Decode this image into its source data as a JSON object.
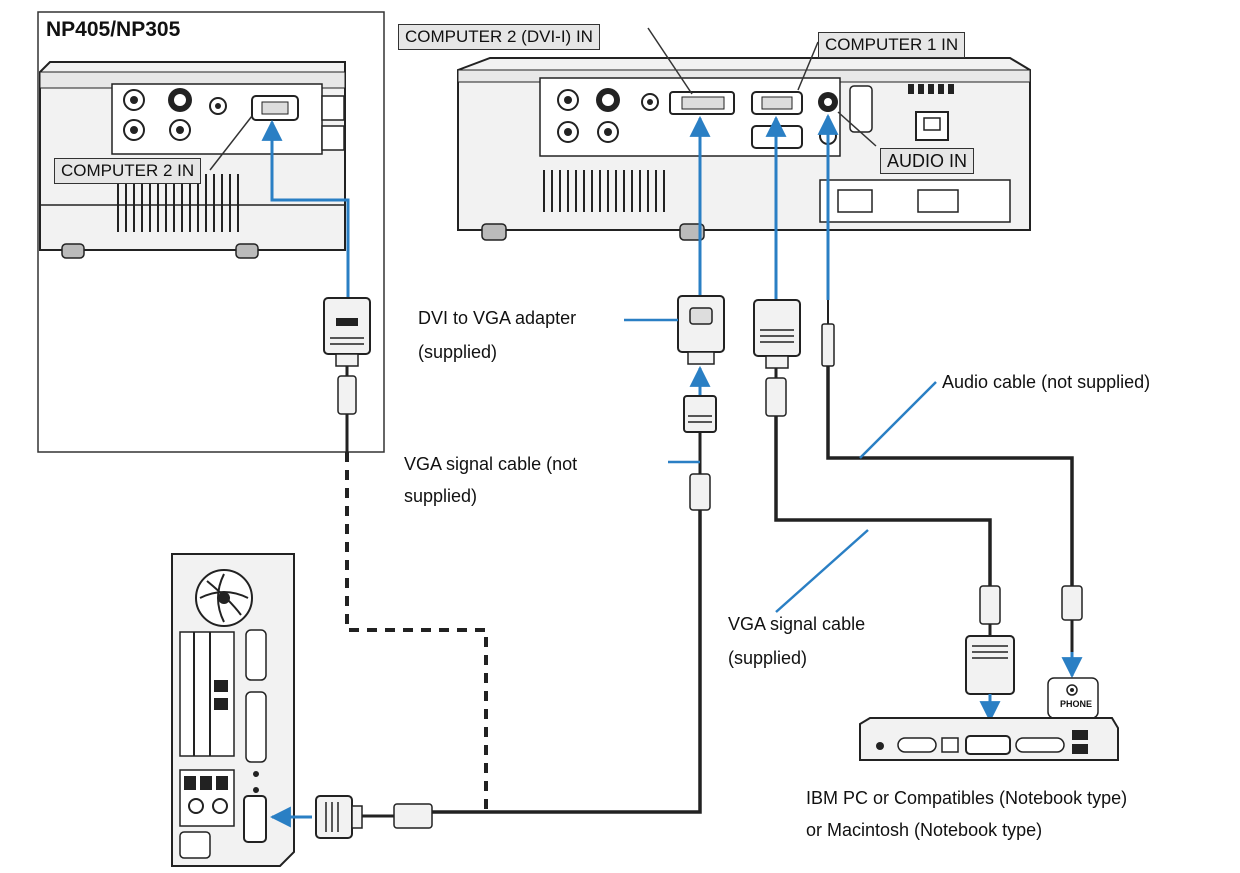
{
  "model_title": "NP405/NP305",
  "port_labels": {
    "computer2_dvi": "COMPUTER 2 (DVI-I) IN",
    "computer1": "COMPUTER 1 IN",
    "audio_in": "AUDIO IN",
    "computer2": "COMPUTER 2 IN"
  },
  "cable_labels": {
    "dvi_adapter_line1": "DVI to VGA adapter",
    "dvi_adapter_line2": "(supplied)",
    "audio_cable": "Audio cable (not supplied)",
    "vga_not_supplied_line1": "VGA signal cable (not",
    "vga_not_supplied_line2": "supplied)",
    "vga_supplied_line1": "VGA signal cable",
    "vga_supplied_line2": "(supplied)"
  },
  "notebook_caption": {
    "line1": "IBM PC or Compatibles (Notebook type)",
    "line2": "or Macintosh (Notebook type)"
  },
  "notebook_jack_label": "PHONE",
  "colors": {
    "cable_blue": "#2a7fc4",
    "line_dark": "#222222",
    "device_fill": "#f2f2f2"
  }
}
